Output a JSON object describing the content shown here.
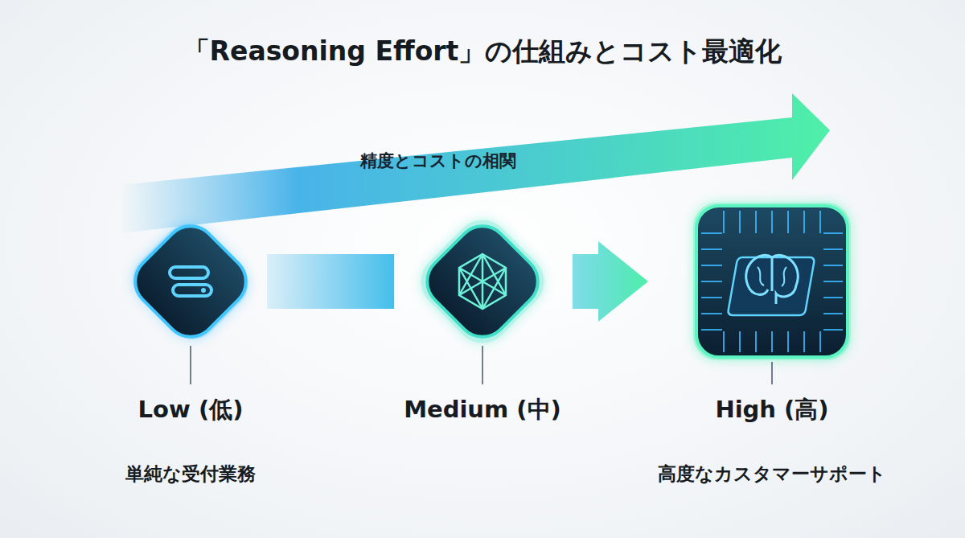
{
  "diagram": {
    "title": "「Reasoning Effort」の仕組みとコスト最適化",
    "nodes": [
      {
        "text": [
          "Low (低)",
          "単純な受付業務"
        ]
      },
      {
        "text": [
          "Medium (中)"
        ]
      },
      {
        "text": [
          "High (高)",
          "高度なカスタマーサポート"
        ]
      }
    ],
    "edges": [
      {
        "from": 0,
        "to": 1,
        "arrow": "none"
      },
      {
        "from": 1,
        "to": 2,
        "arrow": "to"
      }
    ],
    "labels": [
      "精度とコストの相関"
    ]
  }
}
